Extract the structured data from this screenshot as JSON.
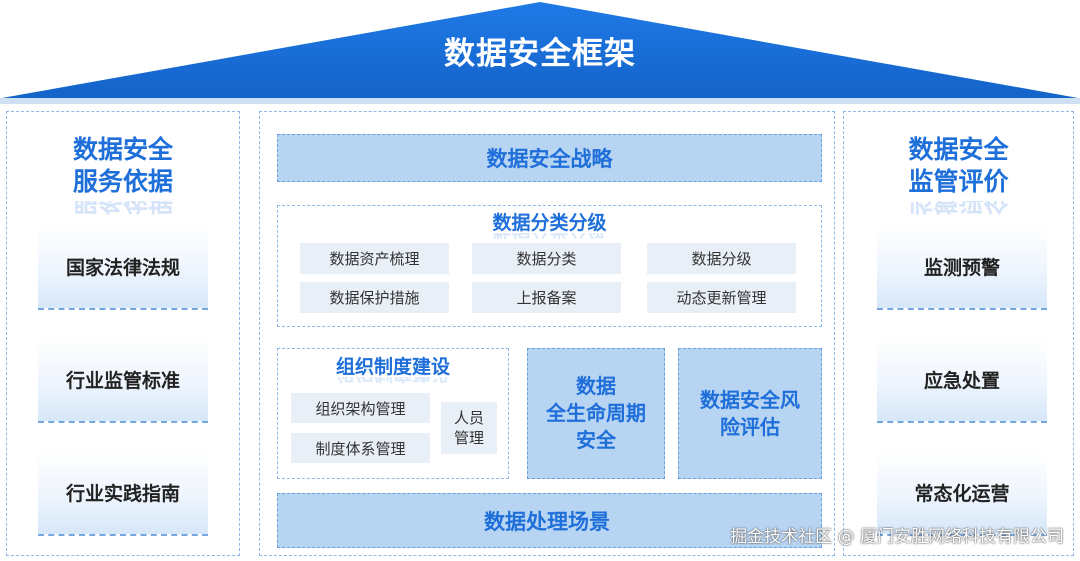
{
  "roof": {
    "title": "数据安全框架"
  },
  "left": {
    "title_line1": "数据安全",
    "title_line2": "服务依据",
    "items": [
      "国家法律法规",
      "行业监管标准",
      "行业实践指南"
    ]
  },
  "right": {
    "title_line1": "数据安全",
    "title_line2": "监管评价",
    "items": [
      "监测预警",
      "应急处置",
      "常态化运营"
    ]
  },
  "center": {
    "strategy": "数据安全战略",
    "classification": {
      "title": "数据分类分级",
      "items": [
        "数据资产梳理",
        "数据分类",
        "数据分级",
        "数据保护措施",
        "上报备案",
        "动态更新管理"
      ]
    },
    "organization": {
      "title": "组织制度建设",
      "items": [
        "组织架构管理",
        "制度体系管理"
      ],
      "personnel_line1": "人员",
      "personnel_line2": "管理"
    },
    "lifecycle": {
      "line1": "数据",
      "line2": "全生命周期",
      "line3": "安全"
    },
    "risk": {
      "line1": "数据安全风",
      "line2": "险评估"
    },
    "scenarios": "数据处理场景"
  },
  "watermark": "掘金技术社区 @ 厦门安胜网络科技有限公司",
  "colors": {
    "accent": "#1e6fd9",
    "roof": "#1a6fd8",
    "fill": "#b7d4f3"
  }
}
